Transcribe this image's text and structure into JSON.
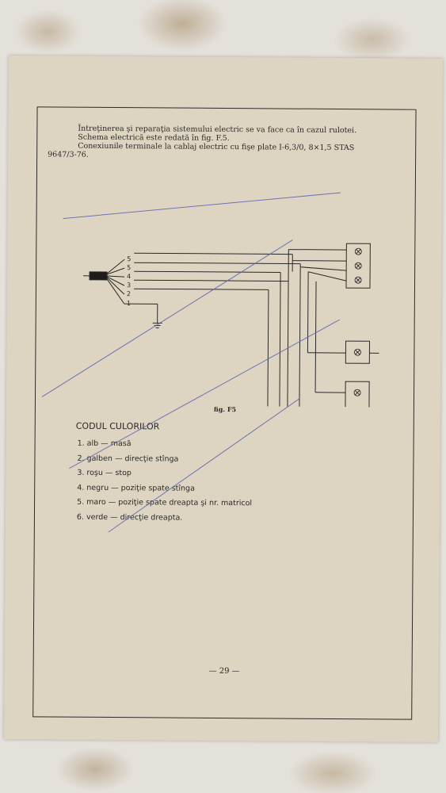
{
  "intro": {
    "line1": "Întreţinerea şi reparaţia sistemului electric se va face ca în cazul rulotei.",
    "line2": "Schema electrică este redată în fig. F.5.",
    "line3": "Conexiunile terminale la cablaj electric cu fişe plate I-6,3/0, 8×1,5 STAS",
    "line4": "9647/3-76."
  },
  "diagram": {
    "wire_numbers": [
      "5",
      "5",
      "4",
      "3",
      "2",
      "1"
    ]
  },
  "figure_caption": "fig. F5",
  "legend": {
    "title": "CODUL CULORILOR",
    "items": [
      "1. alb — masă",
      "2. galben — direcţie stînga",
      "3. roşu — stop",
      "4. negru — poziţie spate stînga",
      "5. maro — poziţie spate dreapta şi nr. matricol",
      "6. verde — direcţie dreapta."
    ]
  },
  "page_number": "— 29 —",
  "colors": {
    "paper": "#ddd5c2",
    "ink": "#2a2826",
    "pen": "#5a63b0"
  }
}
